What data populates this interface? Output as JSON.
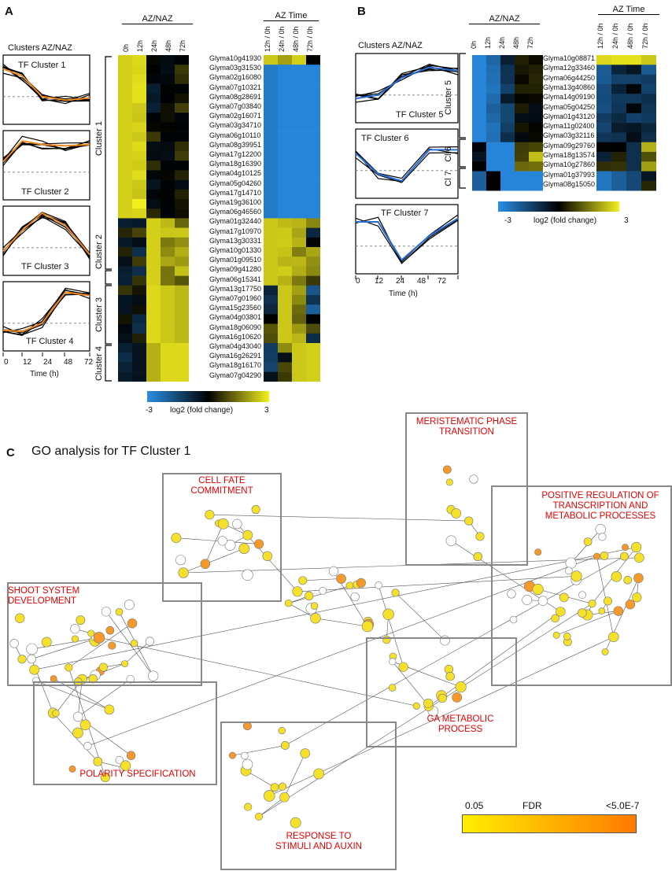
{
  "panel_a": {
    "letter": "A",
    "clusters_title": "Clusters AZ/NAZ",
    "az_naz_header": "AZ/NAZ",
    "az_time_header": "AZ Time",
    "time_cols": [
      "0h",
      "12h",
      "24h",
      "48h",
      "72h"
    ],
    "ratio_cols": [
      "12h / 0h",
      "24h / 0h",
      "48h / 0h",
      "72h / 0h"
    ],
    "tf_clusters": [
      "TF Cluster 1",
      "TF Cluster 2",
      "TF Cluster 3",
      "TF Cluster 4"
    ],
    "x_ticks": [
      "0",
      "12",
      "24",
      "48",
      "72"
    ],
    "x_label": "Time (h)",
    "cluster_names": [
      "Cluster 1",
      "Cluster 2",
      "Cluster 3",
      "Cluster 4"
    ],
    "genes": [
      "Glyma10g41930",
      "Glyma03g31530",
      "Glyma02g16080",
      "Glyma07g10321",
      "Glyma08g28691",
      "Glyma07g03840",
      "Glyma02g16071",
      "Glyma03g34710",
      "Glyma06g10110",
      "Glyma08g39951",
      "Glyma17g12200",
      "Glyma18g16390",
      "Glyma04g10125",
      "Glyma05g04260",
      "Glyma17g14710",
      "Glyma19g36100",
      "Glyma06g46560",
      "Glyma01g32440",
      "Glyma17g10970",
      "Glyma13g30331",
      "Glyma10g01330",
      "Glyma01g09510",
      "Glyma09g41280",
      "Glyma06g15341",
      "Glyma13g17750",
      "Glyma07g01960",
      "Glyma15g23560",
      "Glyma04g03801",
      "Glyma18g06090",
      "Glyma16g10620",
      "Glyma04g43040",
      "Glyma16g26291",
      "Glyma18g16170",
      "Glyma07g04290"
    ],
    "scale_min": "-3",
    "scale_mid": "log2 (fold change)",
    "scale_max": "3"
  },
  "panel_b": {
    "letter": "B",
    "clusters_title": "Clusters AZ/NAZ",
    "az_naz_header": "AZ/NAZ",
    "az_time_header": "AZ Time",
    "time_cols": [
      "0h",
      "12h",
      "24h",
      "48h",
      "72h"
    ],
    "ratio_cols": [
      "12h / 0h",
      "24h / 0h",
      "48h / 0h",
      "72h / 0h"
    ],
    "tf_clusters": [
      "TF Cluster 5",
      "TF Cluster 6",
      "TF Cluster 7"
    ],
    "x_ticks": [
      "0",
      "12",
      "24",
      "48",
      "72"
    ],
    "x_label": "Time (h)",
    "cluster_names": [
      "Cluster 5",
      "Cl 6",
      "Cl 7"
    ],
    "genes": [
      "Glyma10g08871",
      "Glyma12g33460",
      "Glyma06g44250",
      "Glyma13g40860",
      "Glyma14g09190",
      "Glyma05g04250",
      "Glyma01g43120",
      "Glyma11g02400",
      "Glyma03g32116",
      "Glyma09g29760",
      "Glyma18g13574",
      "Glyma10g27860",
      "Glyma01g37993",
      "Glyma08g15050"
    ],
    "scale_min": "-3",
    "scale_mid": "log2 (fold change)",
    "scale_max": "3"
  },
  "panel_c": {
    "letter": "C",
    "title": "GO analysis for TF Cluster 1",
    "groups": [
      "MERISTEMATIC PHASE\nTRANSITION",
      "CELL FATE\nCOMMITMENT",
      "POSITIVE REGULATION OF\nTRANSCRIPTION AND\nMETABOLIC PROCESSES",
      "SHOOT SYSTEM\nDEVELOPMENT",
      "GA METABOLIC\nPROCESS",
      "POLARITY SPECIFICATION",
      "RESPONSE TO\nSTIMULI AND AUXIN"
    ],
    "fdr_min": "0.05",
    "fdr_label": "FDR",
    "fdr_max": "<5.0E-7"
  },
  "colors": {
    "heat_low": "#2a8fe8",
    "heat_mid": "#000000",
    "heat_high": "#f5f01e",
    "go_label": "#e60000",
    "fdr_low": "#ffee00",
    "fdr_high": "#ff7a00"
  }
}
